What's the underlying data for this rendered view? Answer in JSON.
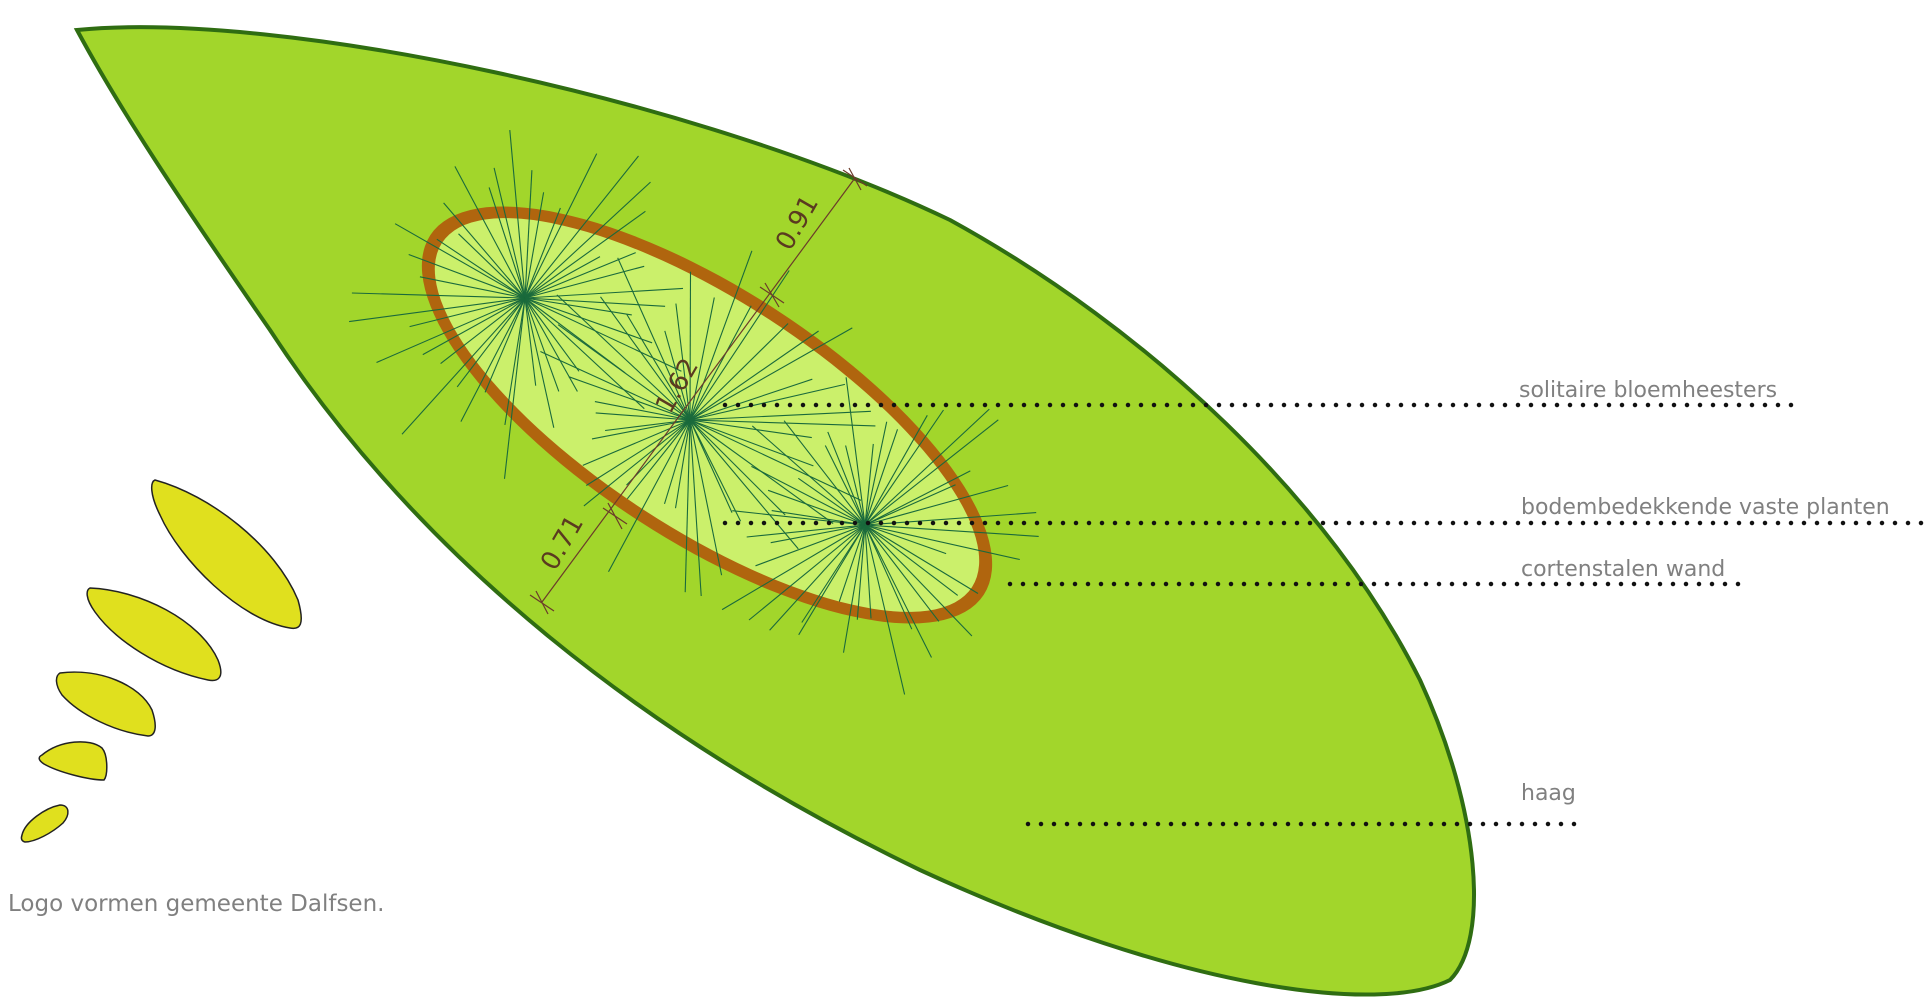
{
  "labels": {
    "shrubs": "solitaire  bloemheesters",
    "groundcover": "bodembedekkende vaste planten",
    "wall": "cortenstalen wand",
    "hedge": "haag"
  },
  "dimensions": {
    "width_top": "0.91",
    "width_center": "1.62",
    "width_bottom": "0.71"
  },
  "caption": "Logo vormen gemeente Dalfsen.",
  "colors": {
    "hedge_fill": "#a2d62b",
    "hedge_stroke": "#2f6d12",
    "bed_fill": "#cbf06b",
    "wall": "#b0650e",
    "shrub_stroke": "#1a6a3c",
    "logo_fill": "#e0e01e",
    "leader": "#111111",
    "label_text": "#808080",
    "dimension_text": "#5a3a20"
  }
}
